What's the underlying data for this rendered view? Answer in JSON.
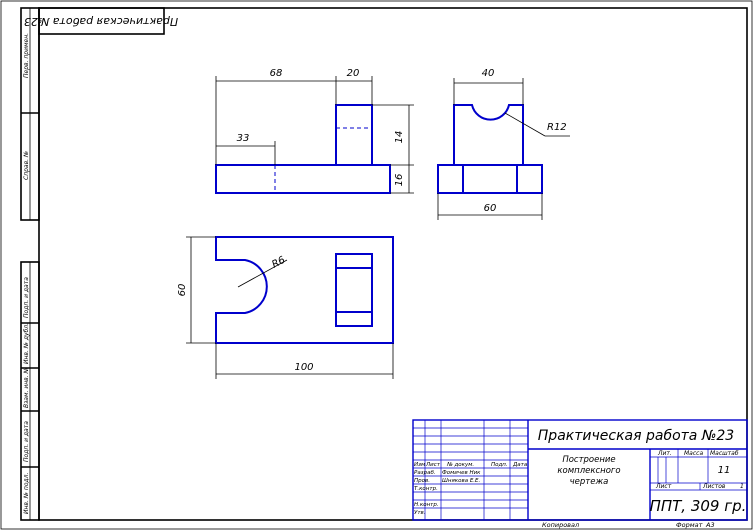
{
  "stamp": {
    "upside_down_title": "Практическая работа №23"
  },
  "side_column": {
    "top": [
      "Перв. примен.",
      "Справ. №"
    ],
    "bottom": [
      "Подп. и дата",
      "Инв. № дубл.",
      "Взам. инв. №",
      "Подп. и дата",
      "Инв. № подл."
    ]
  },
  "dimensions": {
    "front_width": "68",
    "front_boss_width": "20",
    "front_offset": "33",
    "front_boss_height": "14",
    "front_base_height": "16",
    "side_top_width": "40",
    "side_radius": "R12",
    "side_width": "60",
    "plan_depth": "60",
    "plan_width": "100",
    "plan_radius": "R6"
  },
  "title_block": {
    "title": "Практическая работа №23",
    "drawing_name": [
      "Построение",
      "комплексного",
      "чертежа"
    ],
    "header_cells": [
      "Изм",
      "Лист",
      "№ докум.",
      "Подп.",
      "Дата"
    ],
    "roles": [
      "Разраб.",
      "Пров.",
      "Т.контр.",
      "",
      "Н.контр.",
      "Утв."
    ],
    "names": [
      "Фомичев Ник",
      "Шнякова Е.Е."
    ],
    "lit_label": "Лит.",
    "mass_label": "Масса",
    "scale_label": "Масштаб",
    "scale_value": "11",
    "sheet_label": "Лист",
    "sheets_label": "Листов",
    "sheets_value": "1",
    "org": "ППТ, 309 гр.",
    "copied_label": "Копировал",
    "format_label": "Формат",
    "format_value": "А3"
  }
}
